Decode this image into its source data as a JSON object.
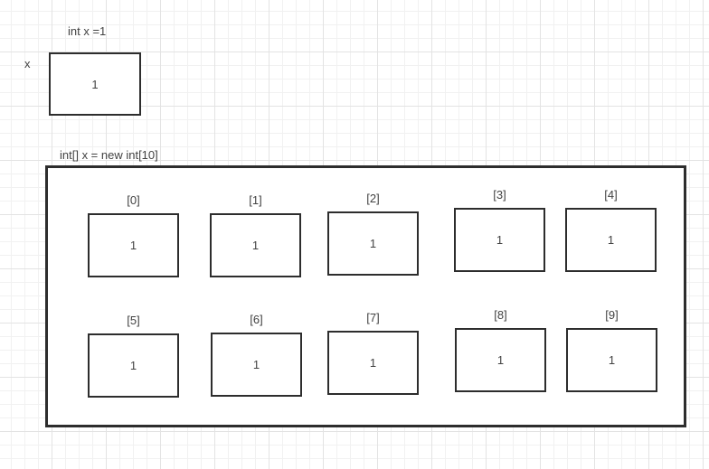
{
  "scalar": {
    "declaration": "int x =1",
    "var_label": "x",
    "value": "1"
  },
  "array": {
    "declaration": "int[] x = new int[10]",
    "cells": [
      {
        "label": "[0]",
        "value": "1"
      },
      {
        "label": "[1]",
        "value": "1"
      },
      {
        "label": "[2]",
        "value": "1"
      },
      {
        "label": "[3]",
        "value": "1"
      },
      {
        "label": "[4]",
        "value": "1"
      },
      {
        "label": "[5]",
        "value": "1"
      },
      {
        "label": "[6]",
        "value": "1"
      },
      {
        "label": "[7]",
        "value": "1"
      },
      {
        "label": "[8]",
        "value": "1"
      },
      {
        "label": "[9]",
        "value": "1"
      }
    ]
  },
  "colors": {
    "shape_stroke": "#2d2d2d",
    "text": "#424242",
    "canvas_background": "#ffffff",
    "grid_minor": "#f1f1f1",
    "grid_major": "#e3e3e3"
  }
}
